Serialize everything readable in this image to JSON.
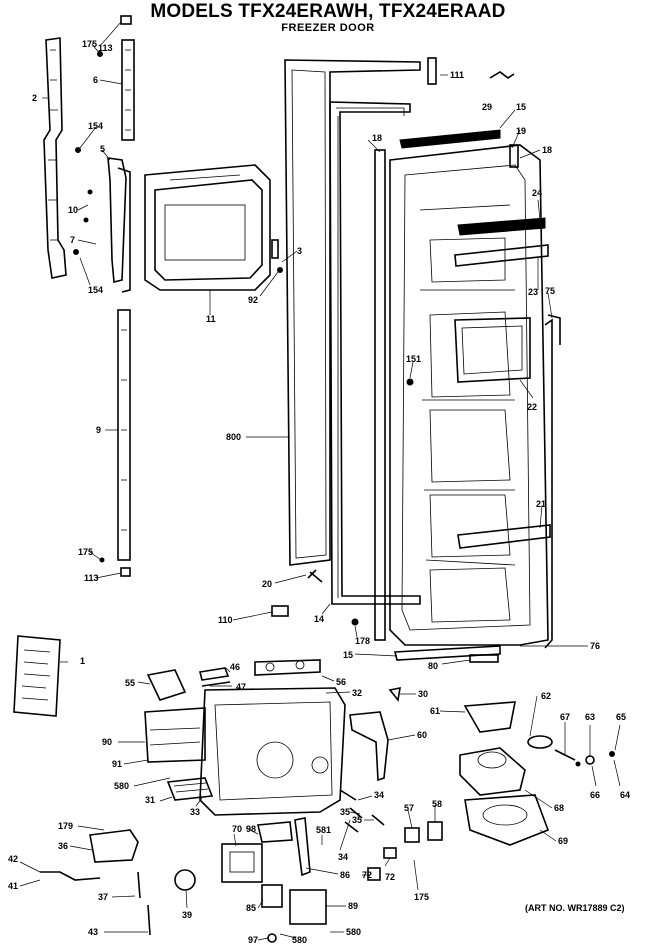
{
  "header": {
    "title": "MODELS TFX24ERAWH, TFX24ERAAD",
    "subtitle": "FREEZER DOOR"
  },
  "footer": {
    "art_number": "(ART NO. WR17889 C2)"
  },
  "callouts": {
    "c175a": "175",
    "c113a": "113",
    "c6": "6",
    "c2": "2",
    "c154a": "154",
    "c5": "5",
    "c10": "10",
    "c7": "7",
    "c154b": "154",
    "c9": "9",
    "c175b": "175",
    "c113b": "113",
    "c11": "11",
    "c92": "92",
    "c3": "3",
    "c800": "800",
    "c111": "111",
    "c29": "29",
    "c15a": "15",
    "c18a": "18",
    "c19": "19",
    "c18b": "18",
    "c24": "24",
    "c23": "23",
    "c75": "75",
    "c151": "151",
    "c22": "22",
    "c21": "21",
    "c20": "20",
    "c110": "110",
    "c14": "14",
    "c178": "178",
    "c15b": "15",
    "c80": "80",
    "c76": "76",
    "c1": "1",
    "c55": "55",
    "c46": "46",
    "c47": "47",
    "c56": "56",
    "c32": "32",
    "c30": "30",
    "c62": "62",
    "c61": "61",
    "c67": "67",
    "c63": "63",
    "c65": "65",
    "c90": "90",
    "c60": "60",
    "c91": "91",
    "c580a": "580",
    "c31": "31",
    "c33": "33",
    "c34a": "34",
    "c35a": "35",
    "c35b": "35",
    "c57": "57",
    "c58": "58",
    "c68": "68",
    "c66": "66",
    "c64": "64",
    "c69": "69",
    "c179": "179",
    "c36": "36",
    "c98": "98",
    "c70": "70",
    "c581": "581",
    "c34b": "34",
    "c42": "42",
    "c41": "41",
    "c72a": "72",
    "c72b": "72",
    "c175c": "175",
    "c86": "86",
    "c37": "37",
    "c39": "39",
    "c85": "85",
    "c89": "89",
    "c43": "43",
    "c97": "97",
    "c580b": "580",
    "c580c": "580"
  }
}
